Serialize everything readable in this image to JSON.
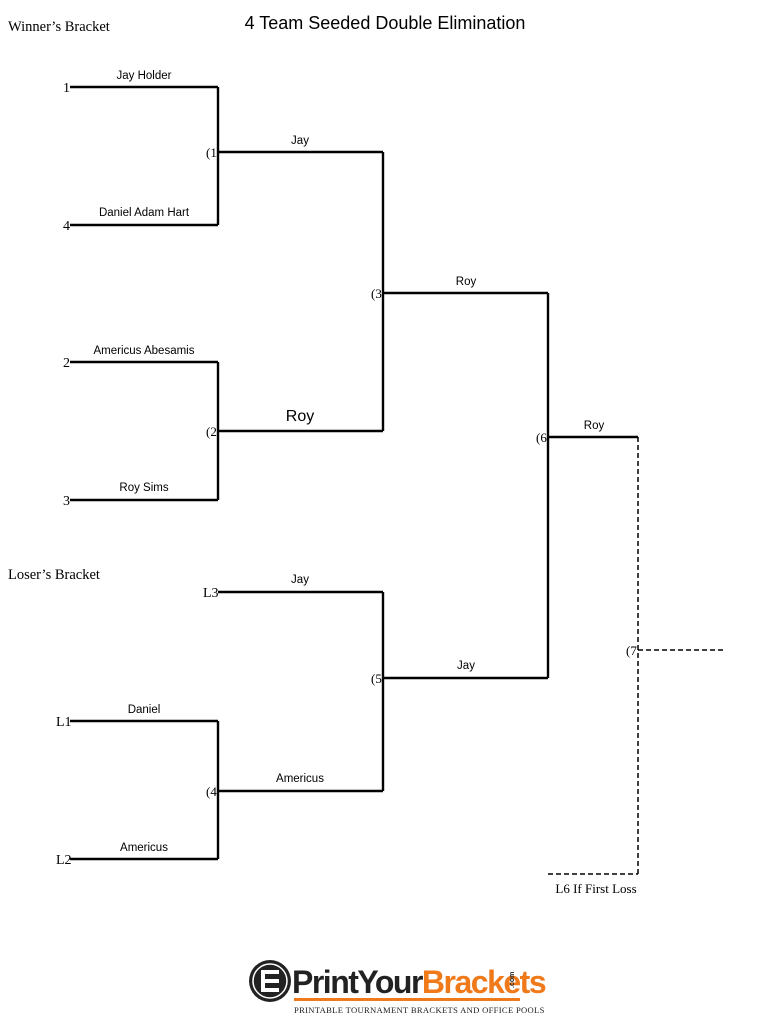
{
  "title": "4 Team Seeded Double Elimination",
  "winners_label": "Winner’s Bracket",
  "losers_label": "Loser’s Bracket",
  "seeds": {
    "s1": "1",
    "s4": "4",
    "s2": "2",
    "s3": "3",
    "L3": "L3",
    "L1": "L1",
    "L2": "L2"
  },
  "games": {
    "g1": "(1",
    "g2": "(2",
    "g3": "(3",
    "g4": "(4",
    "g5": "(5",
    "g6": "(6",
    "g7": "(7"
  },
  "players": {
    "r1_seed1": "Jay Holder",
    "r1_seed4": "Daniel Adam Hart",
    "r1_seed2": "Americus Abesamis",
    "r1_seed3": "Roy Sims",
    "g1_winner": "Jay",
    "g2_winner": "Roy",
    "g3_winner": "Roy",
    "g6_winner": "Roy",
    "l3_name": "Jay",
    "l1_name": "Daniel",
    "l2_name": "Americus",
    "g4_winner": "Americus",
    "g5_winner": "Jay"
  },
  "notes": {
    "if_first_loss": "L6 If First Loss"
  },
  "logo": {
    "print": "Print",
    "your": "Your",
    "brackets": "Brackets",
    "com": ".com",
    "tagline": "PRINTABLE TOURNAMENT BRACKETS AND OFFICE POOLS",
    "colors": {
      "dark": "#222222",
      "orange": "#f07a1a"
    }
  }
}
